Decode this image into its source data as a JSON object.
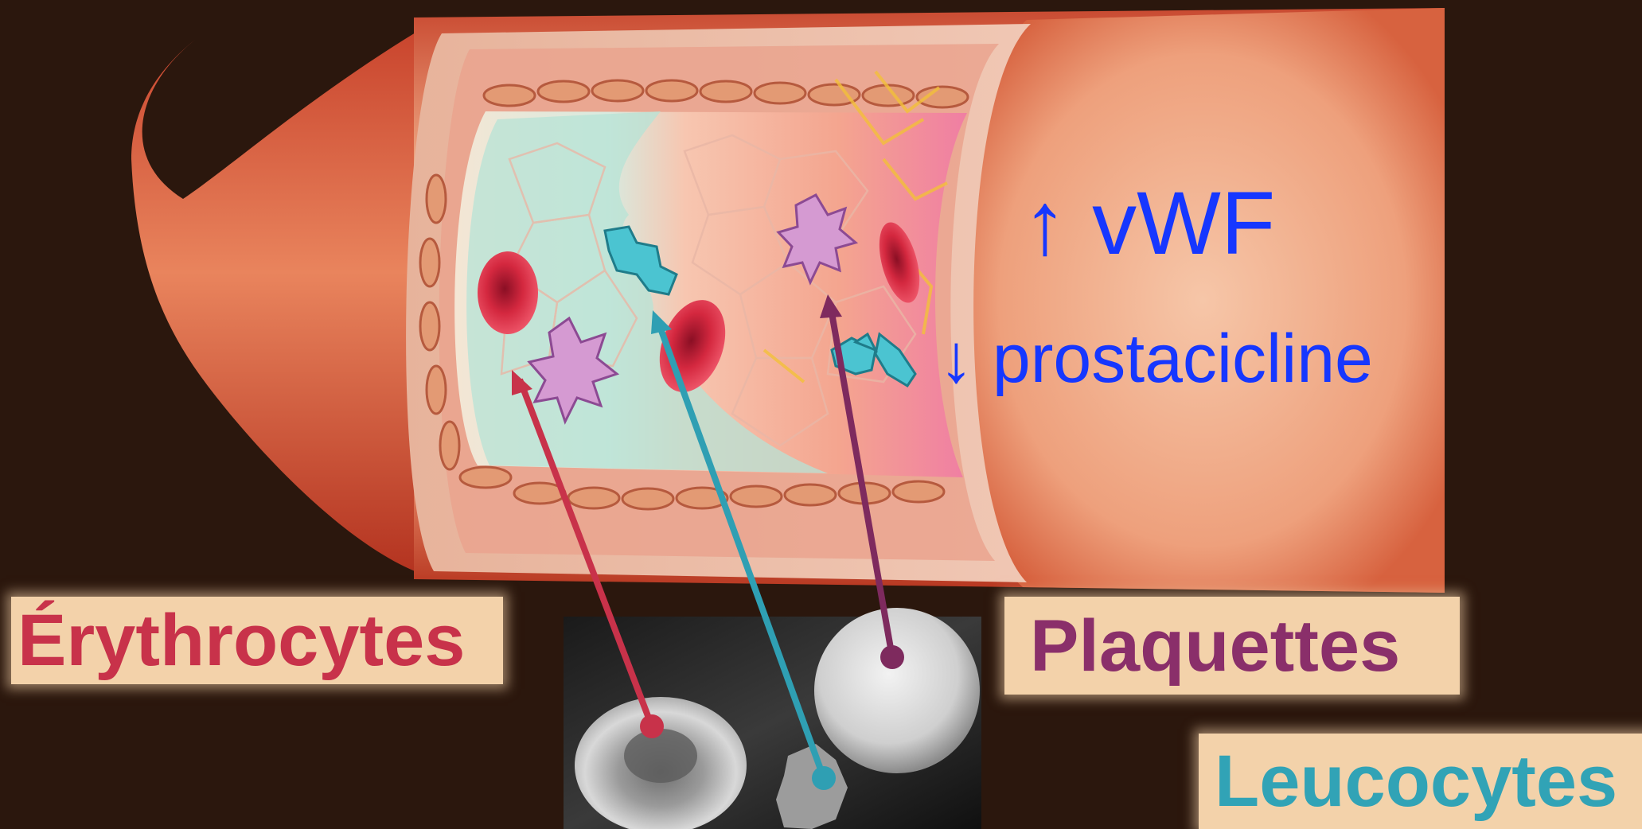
{
  "annotations": {
    "vwf": "↑ vWF",
    "prostacycline": "↓ prostacicline"
  },
  "labels": {
    "erythrocytes": "Érythrocytes",
    "plaquettes": "Plaquettes",
    "leucocytes": "Leucocytes"
  },
  "colors": {
    "background": "#2b170d",
    "erythrocyte_pointer": "#c8324a",
    "leucocyte_pointer": "#2f9fb3",
    "platelet_pointer": "#7e2a5e",
    "annotation_text": "#1637ff",
    "label_background": "#f3d2aa"
  }
}
